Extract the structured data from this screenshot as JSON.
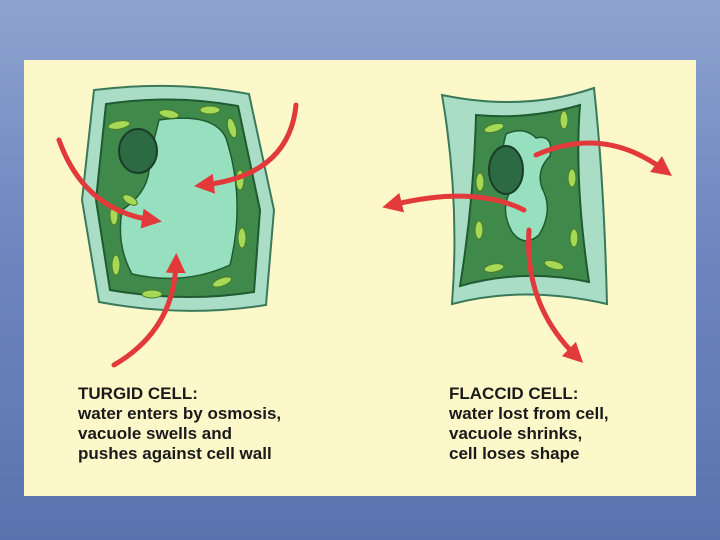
{
  "turgid": {
    "title": "TURGID CELL:",
    "lines": [
      "water enters by osmosis,",
      "vacuole swells and",
      "pushes against cell wall"
    ]
  },
  "flaccid": {
    "title": "FLACCID CELL:",
    "lines": [
      "water lost from cell,",
      "vacuole shrinks,",
      "cell loses shape"
    ]
  },
  "colors": {
    "background": "#7189c2",
    "panel": "#fdf8c9",
    "cell_wall": "#a9ddc6",
    "cytoplasm": "#3f8a4a",
    "vacuole": "#96e0bf",
    "nucleus": "#2c6a43",
    "chloroplast": "#a6d955",
    "arrow": "#e23a3a"
  }
}
